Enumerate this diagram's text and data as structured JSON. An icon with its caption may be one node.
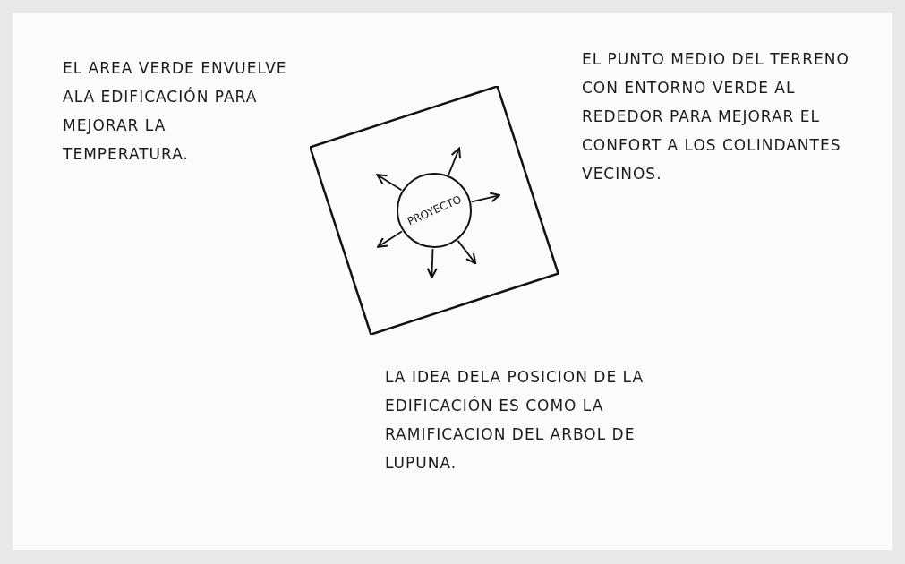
{
  "diagram": {
    "nodes": [
      {
        "text": [],
        "shape": "box"
      },
      {
        "text": [
          "PROYECTO"
        ],
        "in": 0
      }
    ],
    "edges": [
      {
        "from": 1,
        "to": null,
        "arrow": "to"
      },
      {
        "from": 1,
        "to": null,
        "arrow": "to"
      },
      {
        "from": 1,
        "to": null,
        "arrow": "to"
      },
      {
        "from": 1,
        "to": null,
        "arrow": "to"
      },
      {
        "from": 1,
        "to": null,
        "arrow": "to"
      },
      {
        "from": 1,
        "to": null,
        "arrow": "to"
      }
    ],
    "labels": [
      "EL AREA VERDE ENVUELVE ALA EDIFICACIÓN PARA MEJORAR LA TEMPERATURA.",
      "EL PUNTO MEDIO DEL TERRENO CON ENTORNO VERDE AL REDEDOR PARA MEJORAR EL CONFORT A LOS COLINDANTES VECINOS.",
      "LA IDEA DELA POSICION DE LA EDIFICACIÓN ES COMO LA RAMIFICACION DEL ARBOL DE LUPUNA."
    ]
  }
}
